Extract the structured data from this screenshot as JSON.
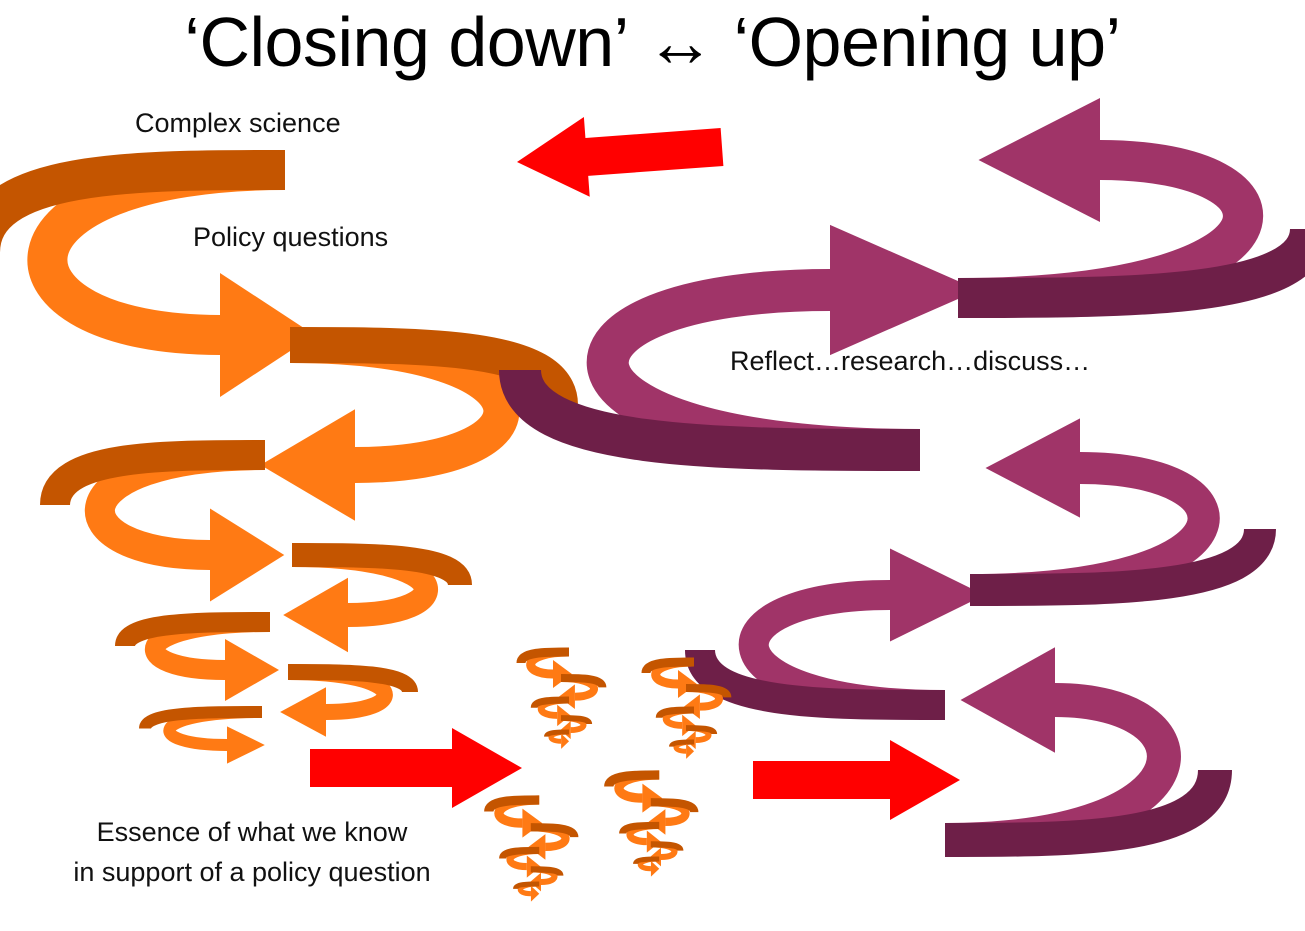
{
  "title": "‘Closing down’ ↔ ‘Opening up’",
  "labels": {
    "complex_science": "Complex science",
    "policy_questions": "Policy questions",
    "reflect": "Reflect…research…discuss…",
    "essence_line1": "Essence of what we know",
    "essence_line2": "in support of a policy question"
  },
  "colors": {
    "closing_spiral_light": "#ff7a14",
    "closing_spiral_dark": "#c45500",
    "opening_spiral_light": "#a03468",
    "opening_spiral_dark": "#6e1f48",
    "flow_arrow": "#ff0000"
  }
}
